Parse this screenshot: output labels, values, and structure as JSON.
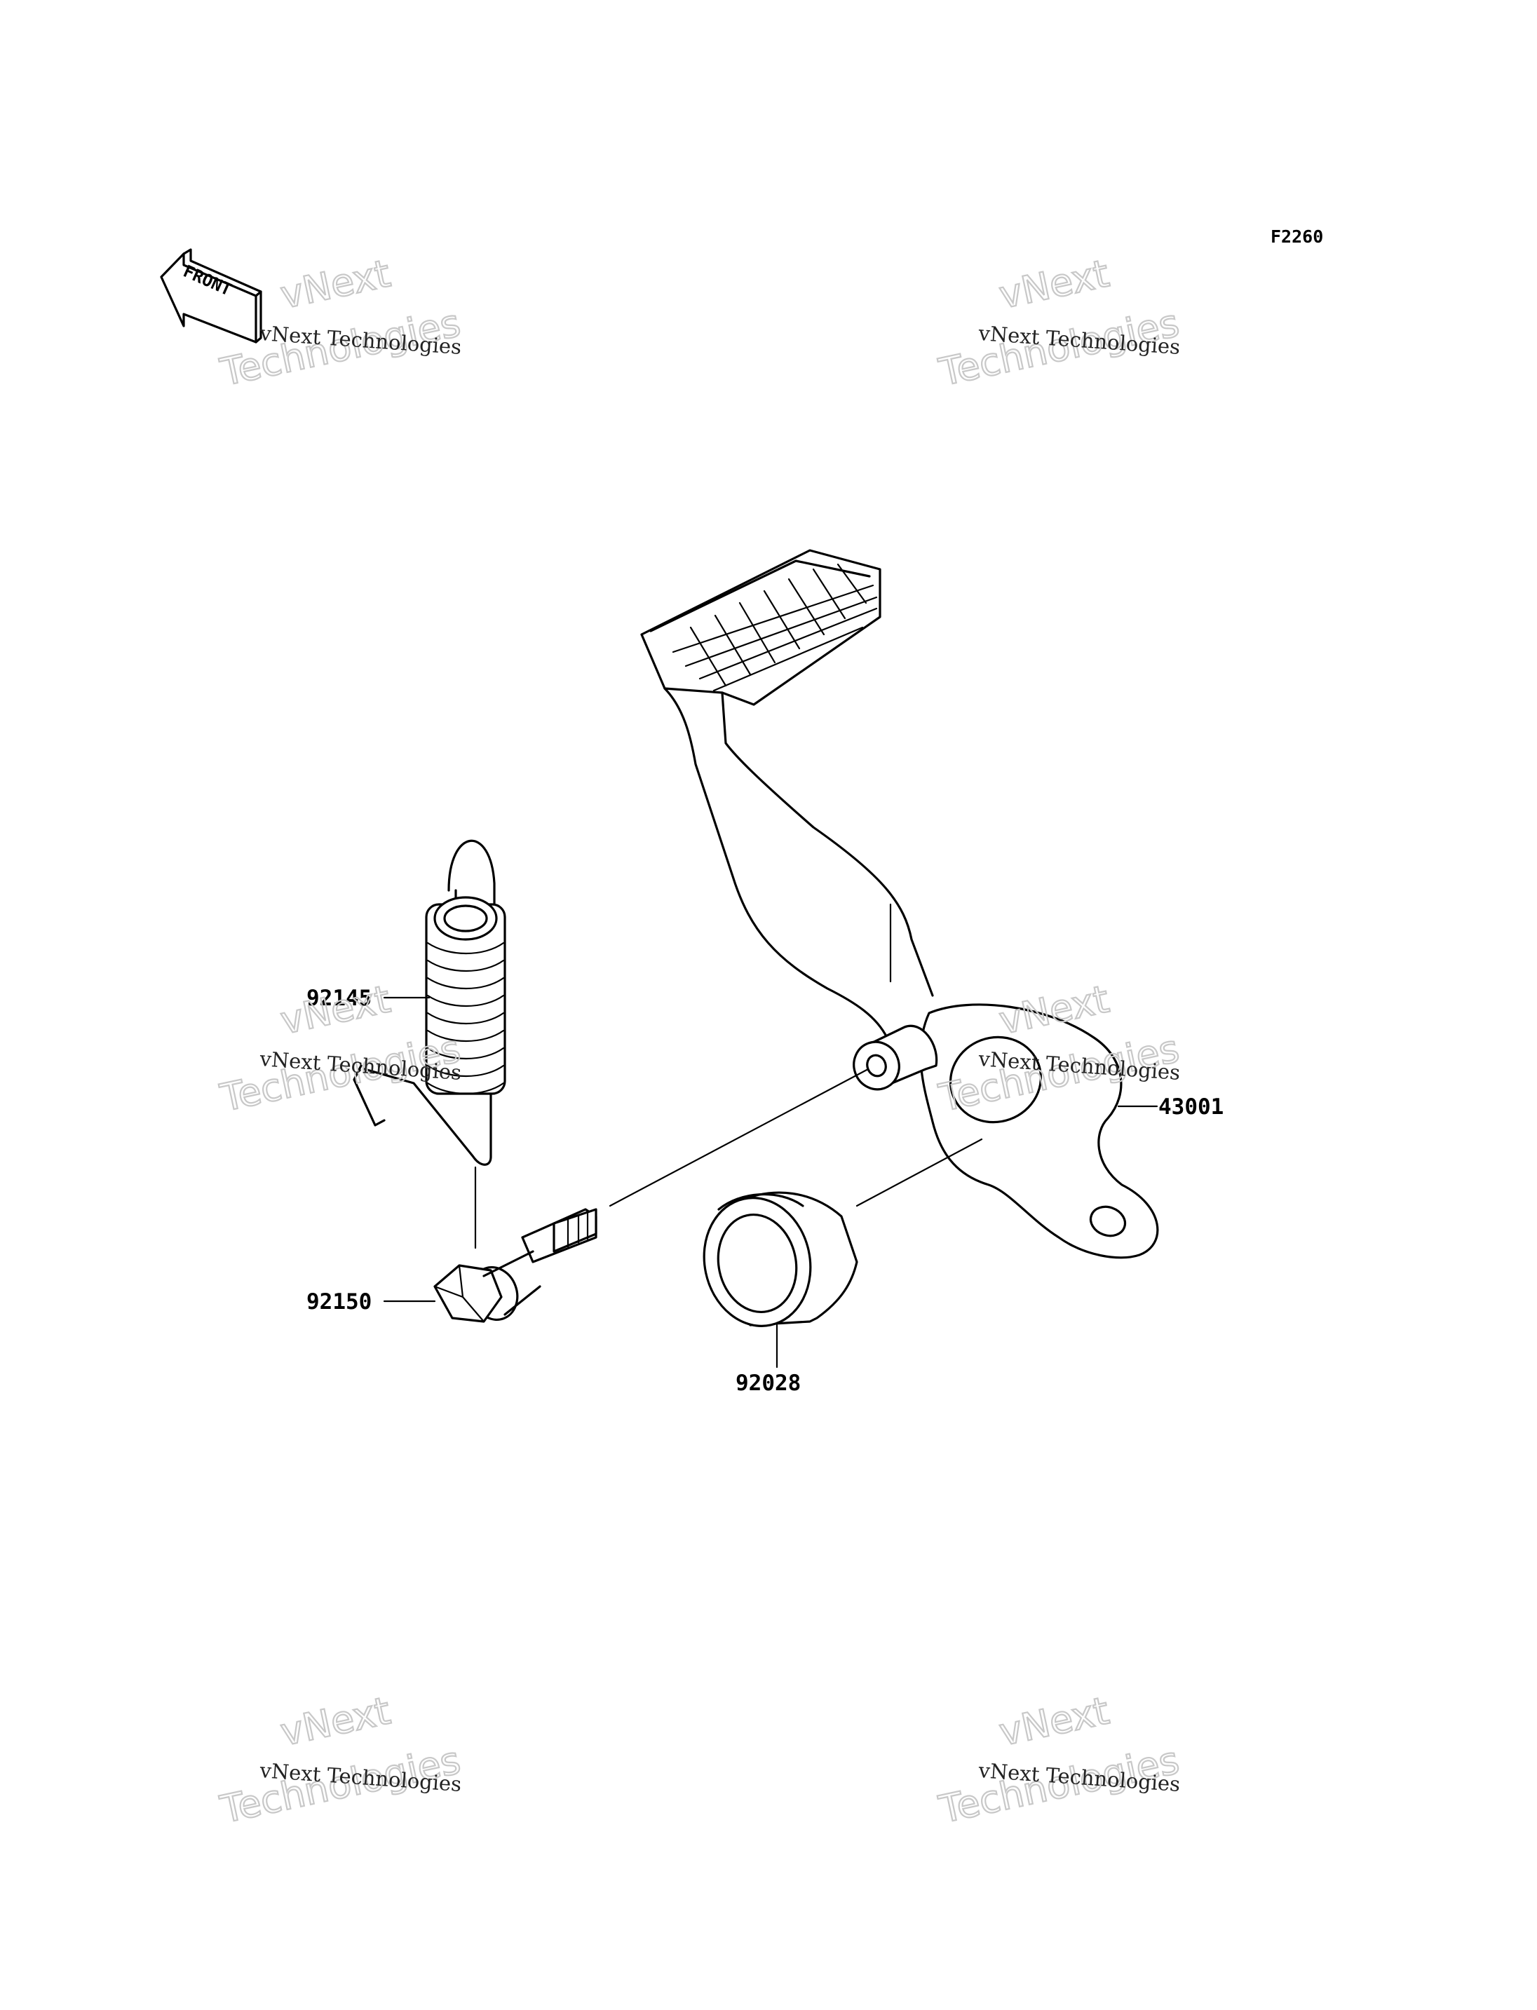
{
  "figure": {
    "code": "F2260"
  },
  "front_marker": {
    "text": "FRONT",
    "icon": "front-arrow-icon"
  },
  "parts": [
    {
      "id": "spring",
      "number": "92145"
    },
    {
      "id": "bolt",
      "number": "92150"
    },
    {
      "id": "bushing",
      "number": "92028"
    },
    {
      "id": "pedal",
      "number": "43001"
    }
  ],
  "watermarks": [
    {
      "line1": "vNext Technologies",
      "line2": "vNext",
      "line3": "Technologies"
    },
    {
      "line1": "vNext Technologies",
      "line2": "vNext",
      "line3": "Technologies"
    },
    {
      "line1": "vNext Technologies",
      "line2": "vNext",
      "line3": "Technologies"
    },
    {
      "line1": "vNext Technologies",
      "line2": "vNext",
      "line3": "Technologies"
    },
    {
      "line1": "vNext Technologies",
      "line2": "vNext",
      "line3": "Technologies"
    },
    {
      "line1": "vNext Technologies",
      "line2": "vNext",
      "line3": "Technologies"
    }
  ]
}
